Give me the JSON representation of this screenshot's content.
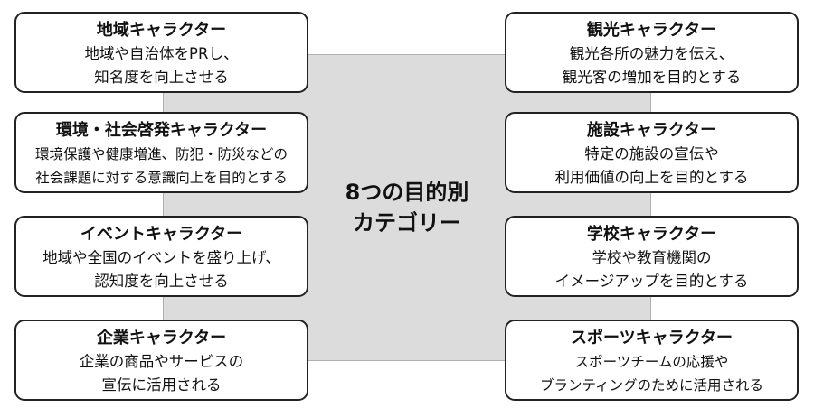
{
  "center": {
    "line1": "8つの目的別",
    "line2": "カテゴリー"
  },
  "categories": [
    {
      "title": "地域キャラクター",
      "desc1": "地域や自治体をPRし、",
      "desc2": "知名度を向上させる"
    },
    {
      "title": "環境・社会啓発キャラクター",
      "desc1": "環境保護や健康増進、防犯・防災などの",
      "desc2": "社会課題に対する意識向上を目的とする"
    },
    {
      "title": "イベントキャラクター",
      "desc1": "地域や全国のイベントを盛り上げ、",
      "desc2": "認知度を向上させる"
    },
    {
      "title": "企業キャラクター",
      "desc1": "企業の商品やサービスの",
      "desc2": "宣伝に活用される"
    },
    {
      "title": "観光キャラクター",
      "desc1": "観光各所の魅力を伝え、",
      "desc2": "観光客の増加を目的とする"
    },
    {
      "title": "施設キャラクター",
      "desc1": "特定の施設の宣伝や",
      "desc2": "利用価値の向上を目的とする"
    },
    {
      "title": "学校キャラクター",
      "desc1": "学校や教育機関の",
      "desc2": "イメージアップを目的とする"
    },
    {
      "title": "スポーツキャラクター",
      "desc1": "スポーツチームの応援や",
      "desc2": "ブランティングのために活用される"
    }
  ]
}
